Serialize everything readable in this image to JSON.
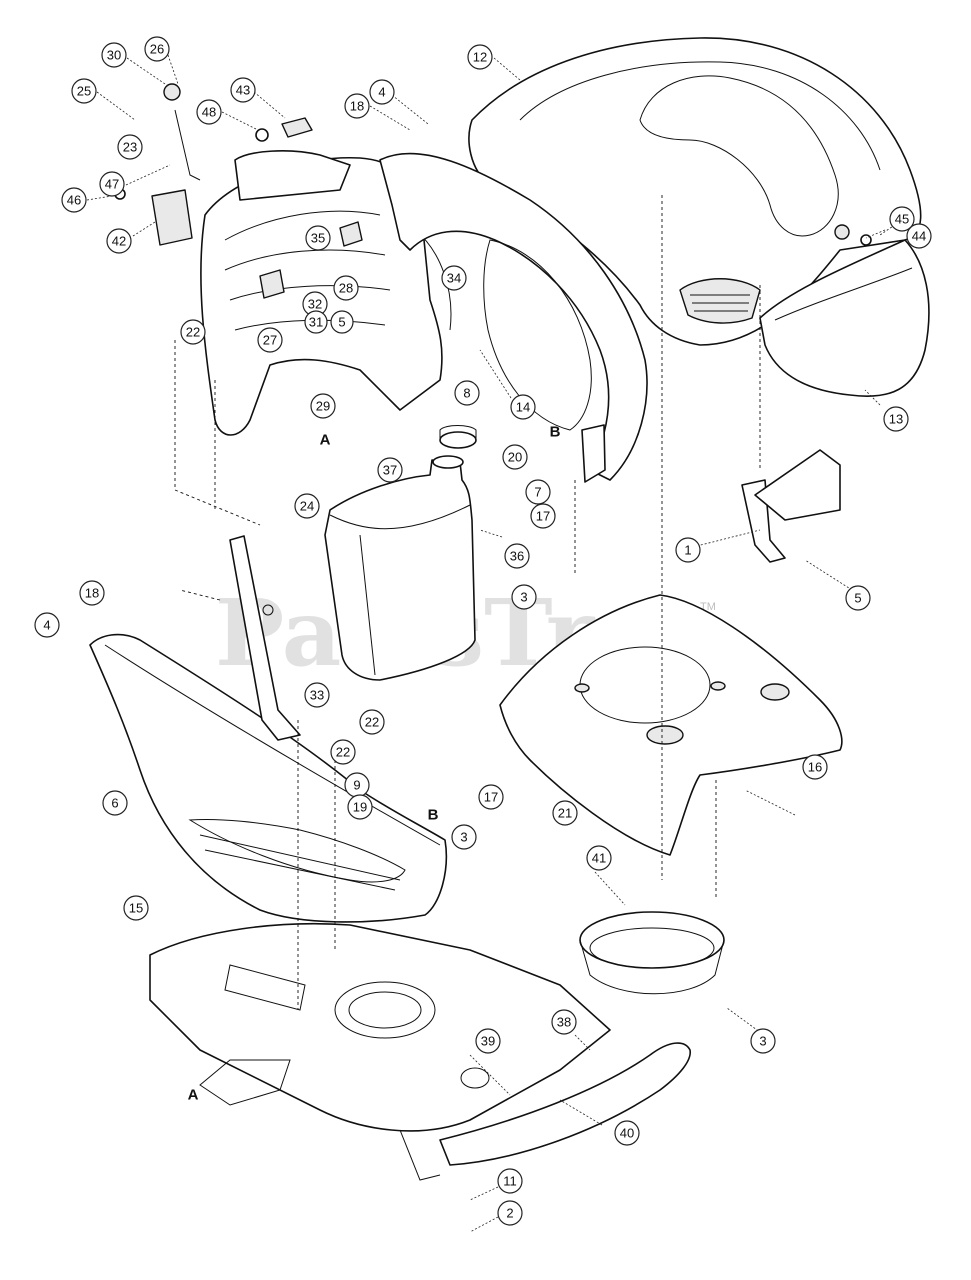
{
  "watermark": {
    "text": "PartsTree",
    "trademark": "TM"
  },
  "reference_letters": [
    "A",
    "A",
    "B",
    "B"
  ],
  "callouts": [
    "30",
    "26",
    "25",
    "23",
    "43",
    "48",
    "18",
    "4",
    "12",
    "47",
    "46",
    "42",
    "35",
    "28",
    "34",
    "32",
    "31",
    "5",
    "27",
    "22",
    "8",
    "29",
    "45",
    "44",
    "13",
    "14",
    "B",
    "A",
    "20",
    "37",
    "7",
    "17",
    "24",
    "36",
    "1",
    "3",
    "5",
    "18",
    "4",
    "33",
    "22",
    "22",
    "16",
    "9",
    "17",
    "21",
    "6",
    "19",
    "3",
    "15",
    "41",
    "38",
    "39",
    "40",
    "3",
    "11",
    "2"
  ]
}
